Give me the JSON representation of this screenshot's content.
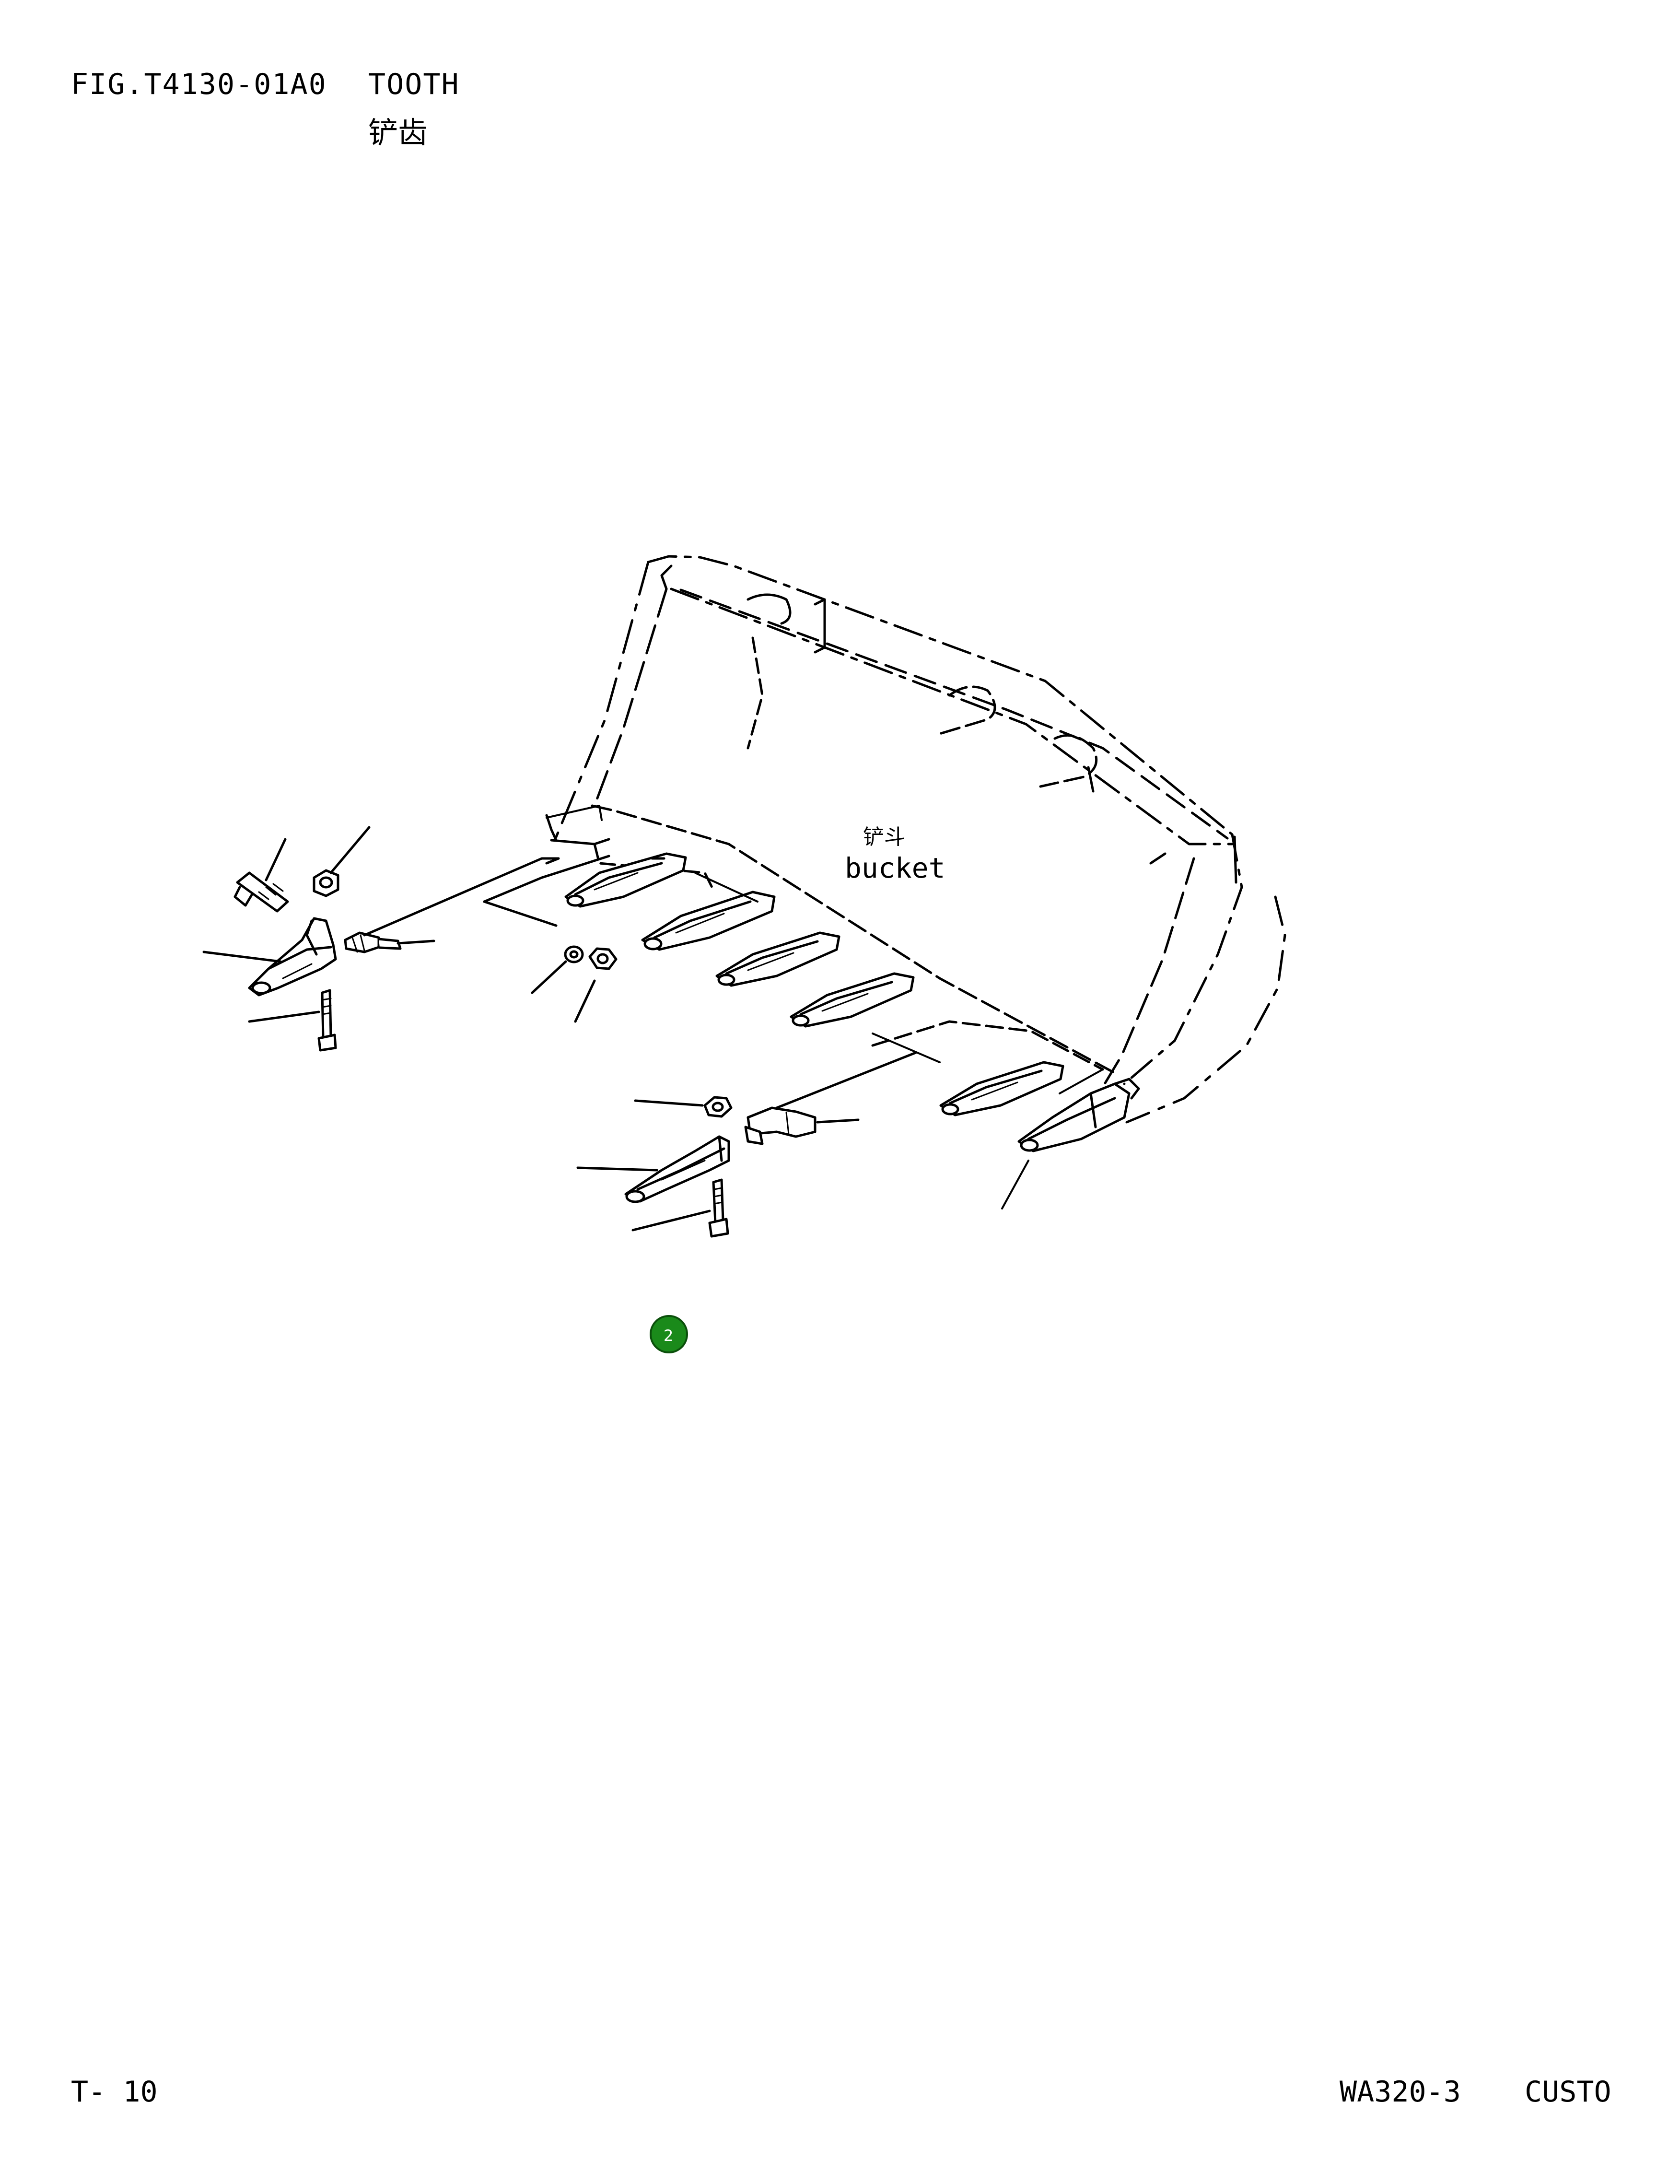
{
  "header": {
    "figure_code": "FIG.T4130-01A0",
    "title": "TOOTH",
    "title_cn": "铲齿"
  },
  "diagram": {
    "bucket_label_cn": "铲斗",
    "bucket_label": "bucket",
    "callout_marker": "2",
    "callout_color": "#1a8a1a"
  },
  "footer": {
    "page_number": "T- 10",
    "model": "WA320-3",
    "customer": "CUSTO"
  }
}
